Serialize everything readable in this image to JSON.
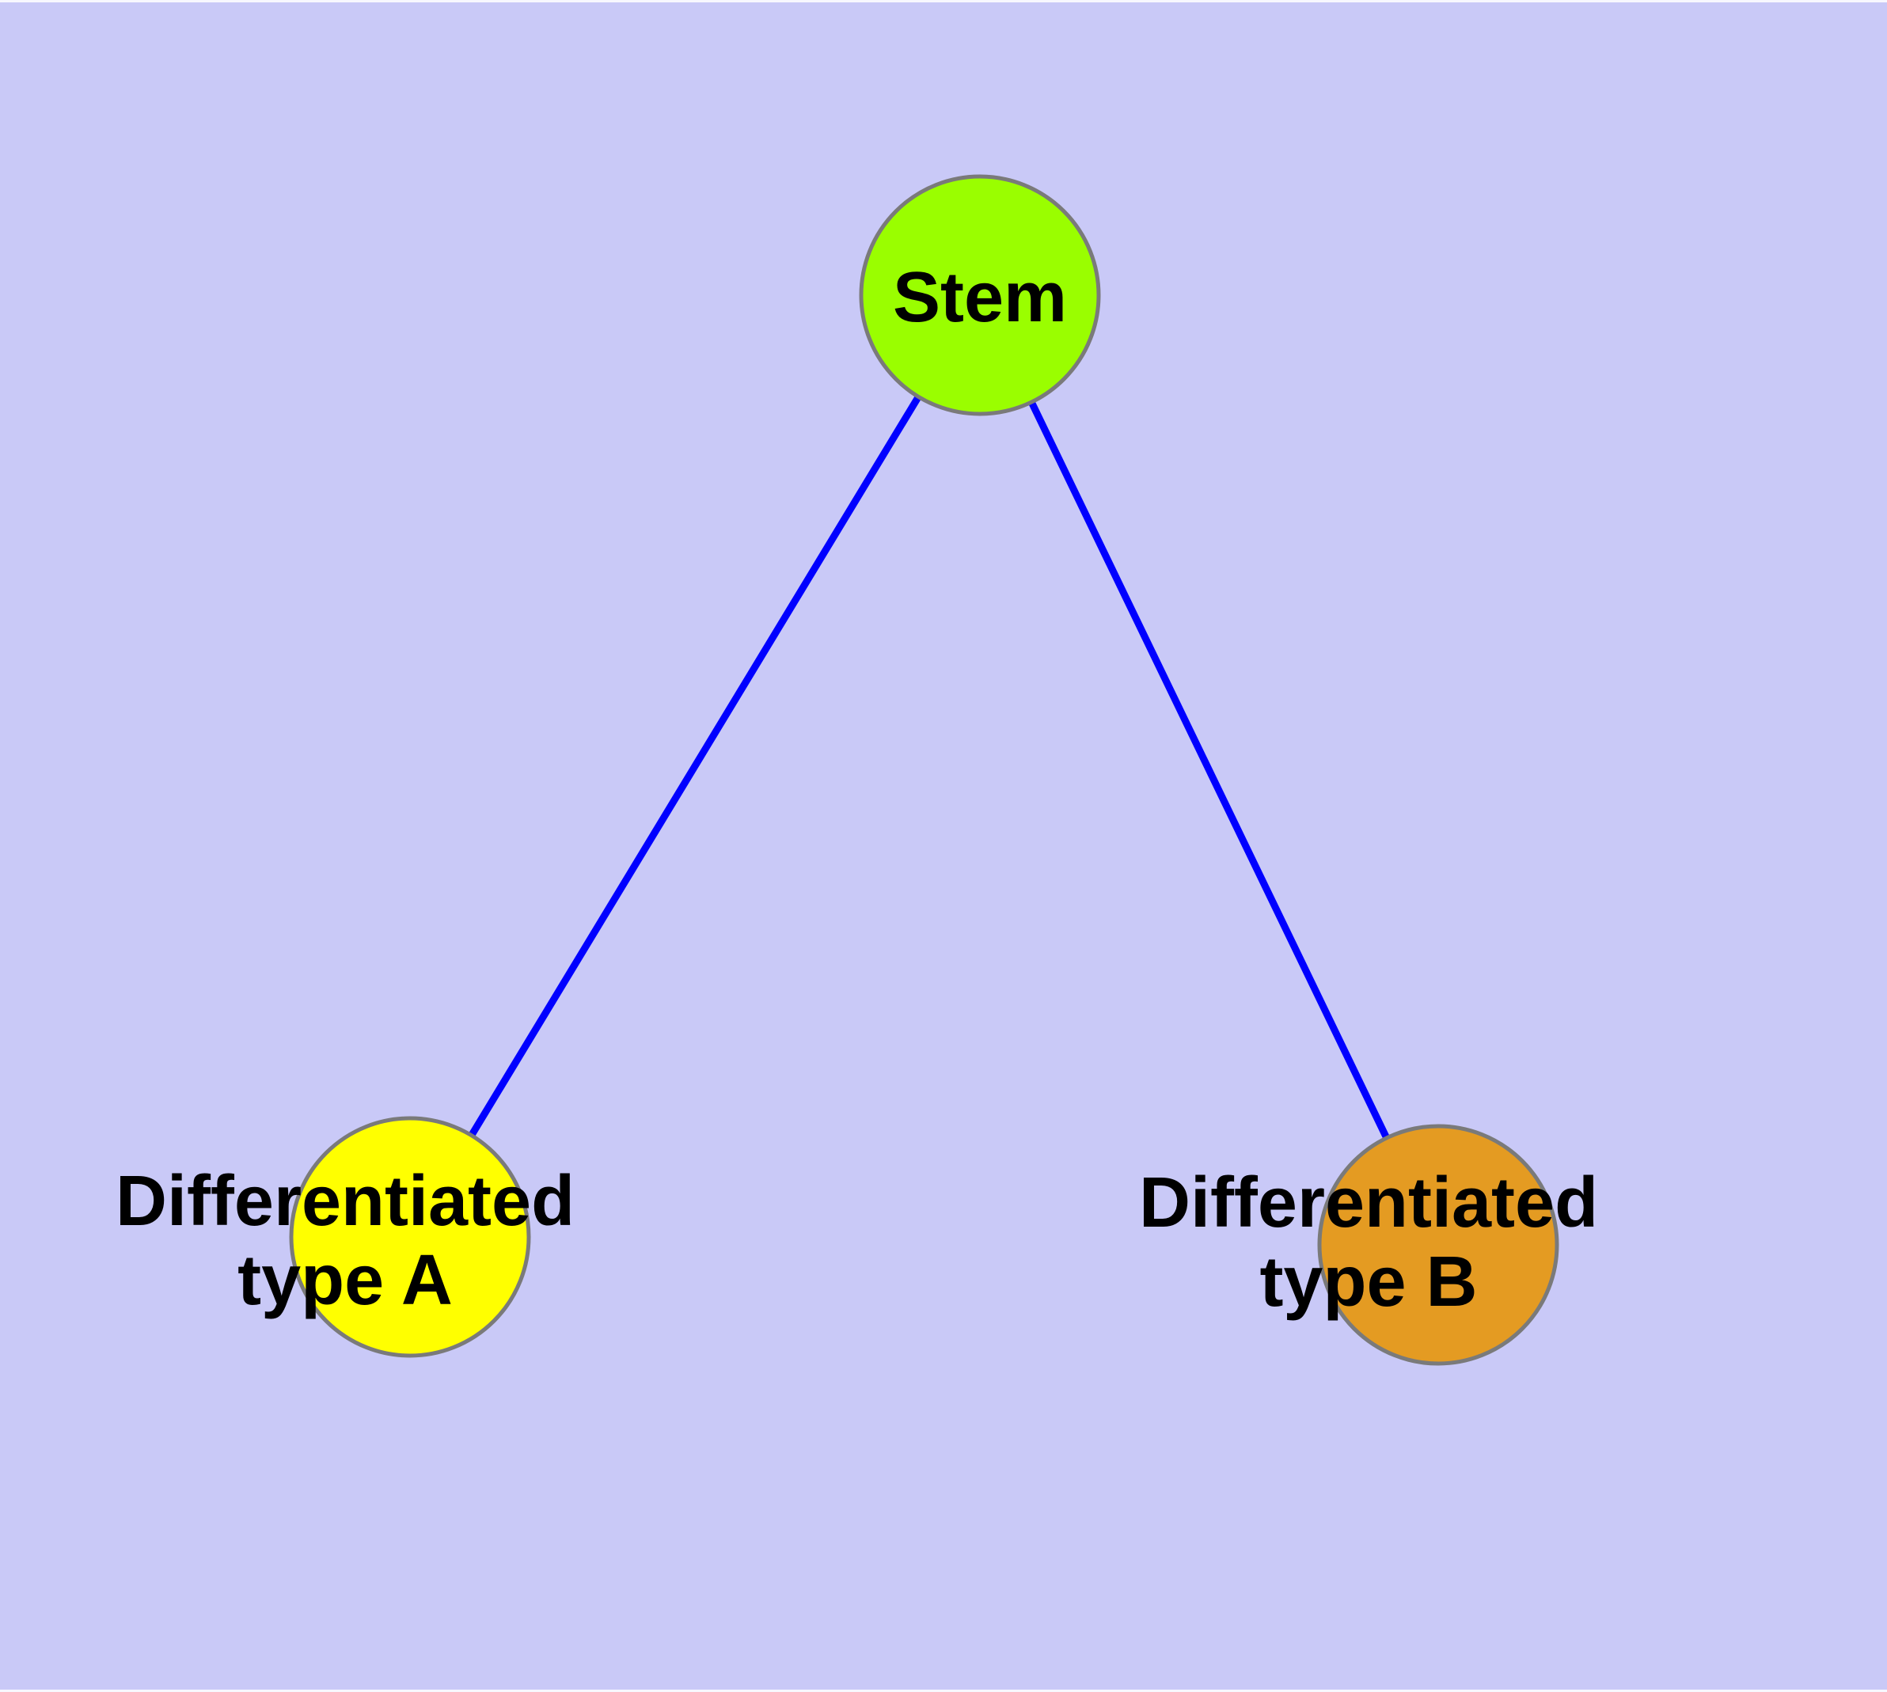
{
  "diagram": {
    "type": "node-link-graph",
    "description": "Cell differentiation hierarchy: one stem node linked to two differentiated cell-type nodes"
  },
  "nodes": [
    {
      "id": "stem",
      "label": "Stem",
      "label_line1": "Stem",
      "label_line2": "",
      "fill": "#9AFE00"
    },
    {
      "id": "type-a",
      "label": "Differentiated type A",
      "label_line1": "Differentiated",
      "label_line2": "type A",
      "fill": "#FFFF00"
    },
    {
      "id": "type-b",
      "label": "Differentiated type B",
      "label_line1": "Differentiated",
      "label_line2": "type B",
      "fill": "#E49B22"
    }
  ],
  "edges": [
    {
      "from": "stem",
      "to": "type-a",
      "color": "#0000FF"
    },
    {
      "from": "stem",
      "to": "type-b",
      "color": "#0000FF"
    }
  ],
  "style": {
    "background_color": "#C9C9F7",
    "node_border_color": "#7A7A7A",
    "label_color": "#000000",
    "edge_color": "#0000FF"
  }
}
